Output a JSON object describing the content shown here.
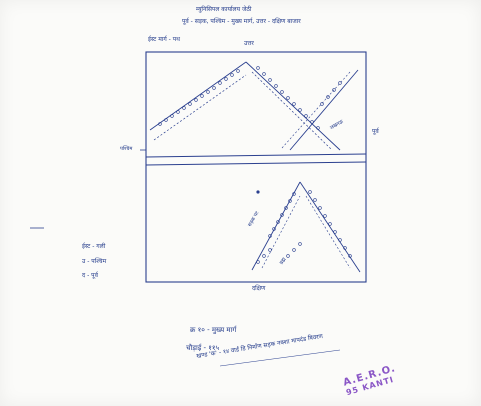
{
  "document": {
    "header": {
      "line1": "म्युनिसिपल कार्यालय जेठी",
      "line2": "पूर्व - सड़क, पश्चिम - मुख्य मार्ग, उत्तर - दक्षिण बाजार",
      "north_label": "ईस्ट मार्ग - पथ",
      "north_marker": "उत्तर"
    },
    "plan": {
      "west_label": "पश्चिम",
      "east_marker": "पूर्व",
      "south_label": "दक्षिण",
      "upper_annotation": "लखनऊ",
      "lower_annotation_1": "सड़क पर",
      "lower_annotation_2": "ब्रह्म"
    },
    "legend": {
      "items": [
        "ईस्ट - गली",
        "उ - पश्चिम",
        "द - पूर्व"
      ]
    },
    "footer": {
      "line1": "क्र १० - मुख्य मार्ग",
      "line2": "चौड़ाई - ११५",
      "line3": "खण्ड 'क' - १४ वार्ड डि निर्माण सड़क नक्शा मापदंड विवरण"
    },
    "stamp": {
      "line1": "A.E.R.O.",
      "line2": "95 KANTI"
    },
    "colors": {
      "ink": "#223a8a",
      "stamp": "#8a56c6",
      "paper": "#fbfbf9"
    }
  }
}
